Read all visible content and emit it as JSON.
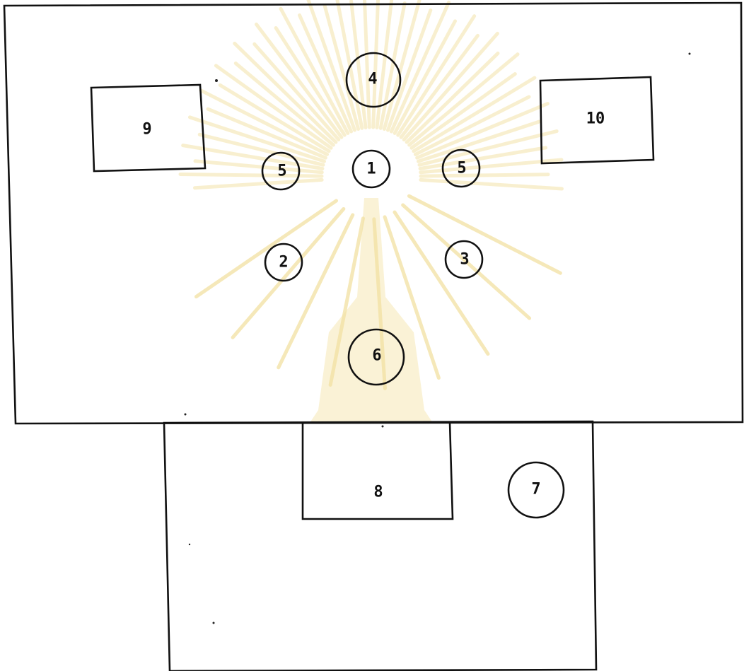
{
  "diagram": {
    "nodes": [
      {
        "id": "n1",
        "label": "1",
        "shape": "circle"
      },
      {
        "id": "n2",
        "label": "2",
        "shape": "circle"
      },
      {
        "id": "n3",
        "label": "3",
        "shape": "circle"
      },
      {
        "id": "n4",
        "label": "4",
        "shape": "circle"
      },
      {
        "id": "n5-left",
        "label": "5",
        "shape": "circle"
      },
      {
        "id": "n5-right",
        "label": "5",
        "shape": "circle"
      },
      {
        "id": "n6",
        "label": "6",
        "shape": "circle"
      },
      {
        "id": "n7",
        "label": "7",
        "shape": "circle"
      },
      {
        "id": "n8",
        "label": "8",
        "shape": "rectangle"
      },
      {
        "id": "n9",
        "label": "9",
        "shape": "rectangle"
      },
      {
        "id": "n10",
        "label": "10",
        "shape": "rectangle"
      }
    ]
  },
  "colors": {
    "ink": "#111111",
    "watermark_gold": "#f3e2a4",
    "watermark_rose": "#f1c9c9"
  }
}
